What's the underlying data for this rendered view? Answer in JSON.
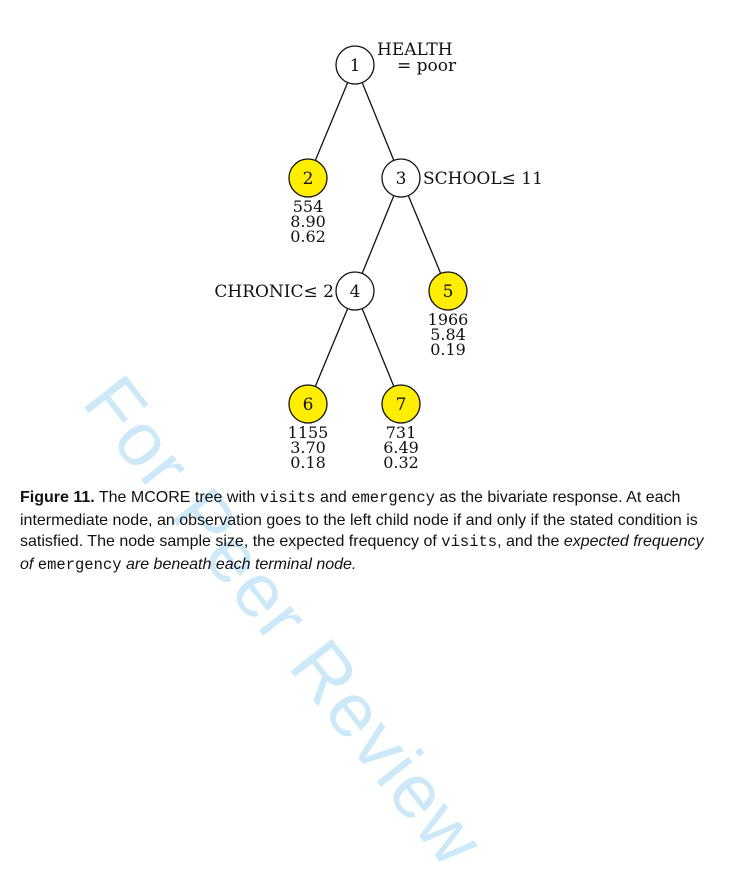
{
  "watermark": "For Peer Review",
  "tree": {
    "nodes": [
      {
        "id": "1",
        "terminal": false,
        "split_label": "HEALTH",
        "split_label_line2": "= poor"
      },
      {
        "id": "2",
        "terminal": true,
        "stats": [
          "554",
          "8.90",
          "0.62"
        ]
      },
      {
        "id": "3",
        "terminal": false,
        "split_label": "SCHOOL≤ 11"
      },
      {
        "id": "4",
        "terminal": false,
        "split_label": "CHRONIC≤ 2"
      },
      {
        "id": "5",
        "terminal": true,
        "stats": [
          "1966",
          "5.84",
          "0.19"
        ]
      },
      {
        "id": "6",
        "terminal": true,
        "stats": [
          "1155",
          "3.70",
          "0.18"
        ]
      },
      {
        "id": "7",
        "terminal": true,
        "stats": [
          "731",
          "6.49",
          "0.32"
        ]
      }
    ],
    "edges": [
      [
        "1",
        "2"
      ],
      [
        "1",
        "3"
      ],
      [
        "3",
        "4"
      ],
      [
        "3",
        "5"
      ],
      [
        "4",
        "6"
      ],
      [
        "4",
        "7"
      ]
    ],
    "colors": {
      "terminal_fill": "#ffee00",
      "internal_fill": "#ffffff",
      "stroke": "#111111"
    }
  },
  "caption": {
    "label": "Figure 11.",
    "t1": " The MCORE tree with ",
    "m1": "visits",
    "t2": " and ",
    "m2": "emergency",
    "t3": " as the bivariate response. At each intermediate node, an observation goes to the left child node if and only if the stated condition is satisfied. The node sample size, the expected frequency of ",
    "m3": "visits",
    "t4": ", and the ",
    "i1": "expected frequency of",
    "t5": " ",
    "m4": "emergency",
    "t6": " ",
    "i2": "are beneath each terminal node."
  }
}
